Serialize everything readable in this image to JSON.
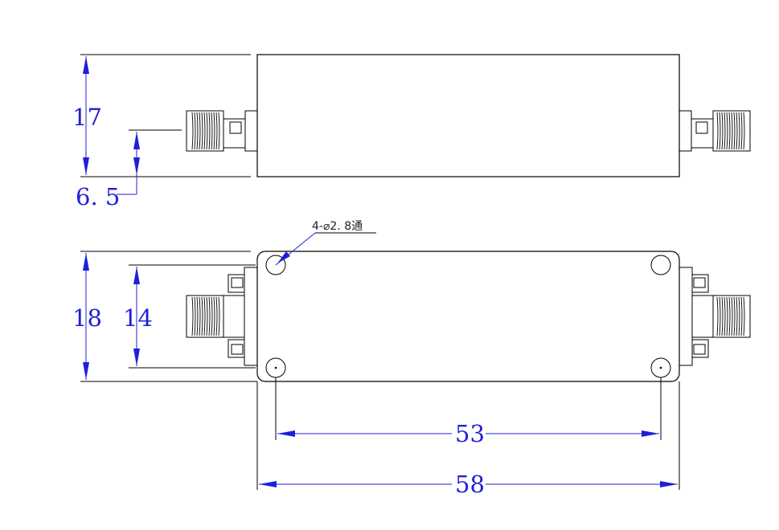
{
  "dimensions": {
    "height_side": "17",
    "offset_side": "6. 5",
    "height_top": "18",
    "hole_spacing_v": "14",
    "hole_spacing_h": "53",
    "overall_length": "58"
  },
  "note": {
    "holes": "4-⌀2. 8通"
  },
  "colors": {
    "dimension": "#1f1fd8",
    "outline": "#000000"
  }
}
